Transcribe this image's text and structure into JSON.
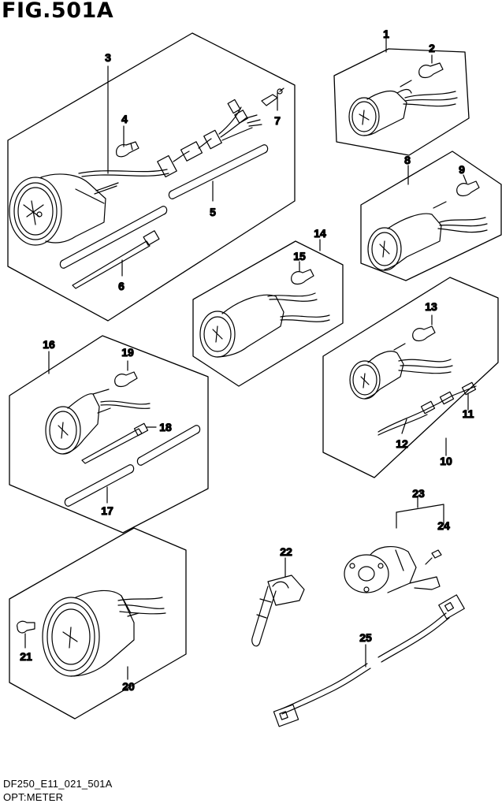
{
  "figure": {
    "title": "FIG.501A",
    "code": "DF250_E11_021_501A",
    "subtitle": "OPT:METER"
  },
  "callouts": {
    "c1": "1",
    "c2": "2",
    "c3": "3",
    "c4": "4",
    "c5": "5",
    "c6": "6",
    "c7": "7",
    "c8": "8",
    "c9": "9",
    "c10": "10",
    "c11": "11",
    "c12": "12",
    "c13": "13",
    "c14": "14",
    "c15": "15",
    "c16": "16",
    "c17": "17",
    "c18": "18",
    "c19": "19",
    "c20": "20",
    "c21": "21",
    "c22": "22",
    "c23": "23",
    "c24": "24",
    "c25": "25"
  }
}
